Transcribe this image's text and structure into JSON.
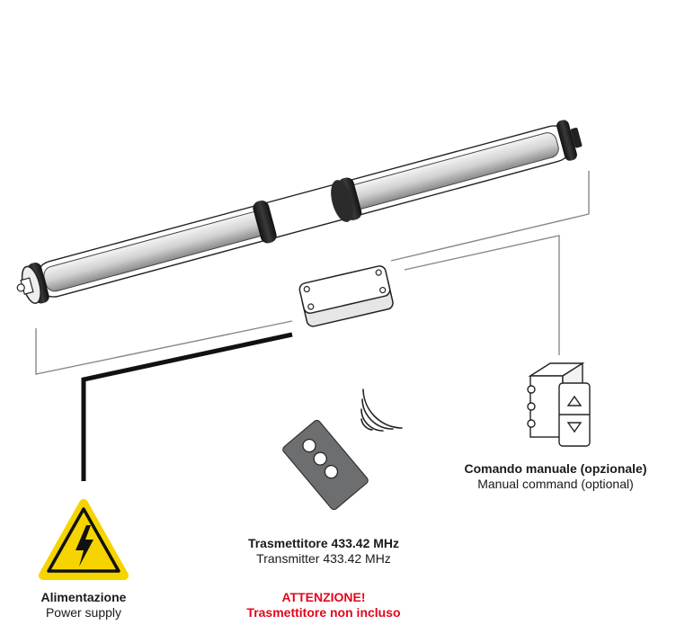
{
  "power_supply": {
    "title": "Alimentazione",
    "subtitle": "Power supply"
  },
  "transmitter": {
    "title": "Trasmettitore 433.42 MHz",
    "subtitle": "Transmitter 433.42 MHz"
  },
  "manual_command": {
    "title": "Comando manuale (opzionale)",
    "subtitle": "Manual command (optional)"
  },
  "warning": {
    "line1": "ATTENZIONE!",
    "line2": "Trasmettitore non incluso"
  },
  "colors": {
    "warning_red": "#e3061b",
    "hazard_yellow": "#f5d400",
    "remote_grey": "#6d6e70",
    "tube_grey": "#c9c9c9"
  }
}
